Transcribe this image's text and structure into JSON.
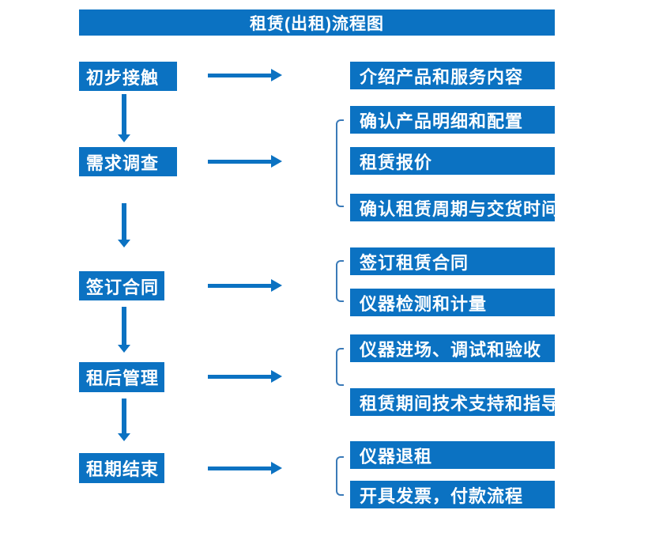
{
  "title": "租赁(出租)流程图",
  "colors": {
    "box_blue": "#0b72c2",
    "arrow_blue": "#0b72c2",
    "bracket_blue": "#3a7ab8",
    "text_white": "#ffffff",
    "background": "#ffffff"
  },
  "icons": {
    "flow_arrow": "arrow-right-icon",
    "step_arrow": "arrow-down-icon",
    "group_bracket": "bracket"
  },
  "flow": {
    "stages": [
      {
        "label": "初步接触",
        "outputs": [
          "介绍产品和服务内容"
        ]
      },
      {
        "label": "需求调查",
        "outputs": [
          "确认产品明细和配置",
          "租赁报价",
          "确认租赁周期与交货时间"
        ]
      },
      {
        "label": "签订合同",
        "outputs": [
          "签订租赁合同",
          "仪器检测和计量"
        ]
      },
      {
        "label": "租后管理",
        "outputs": [
          "仪器进场、调试和验收",
          "租赁期间技术支持和指导"
        ]
      },
      {
        "label": "租期结束",
        "outputs": [
          "仪器退租",
          "开具发票，付款流程"
        ]
      }
    ]
  }
}
